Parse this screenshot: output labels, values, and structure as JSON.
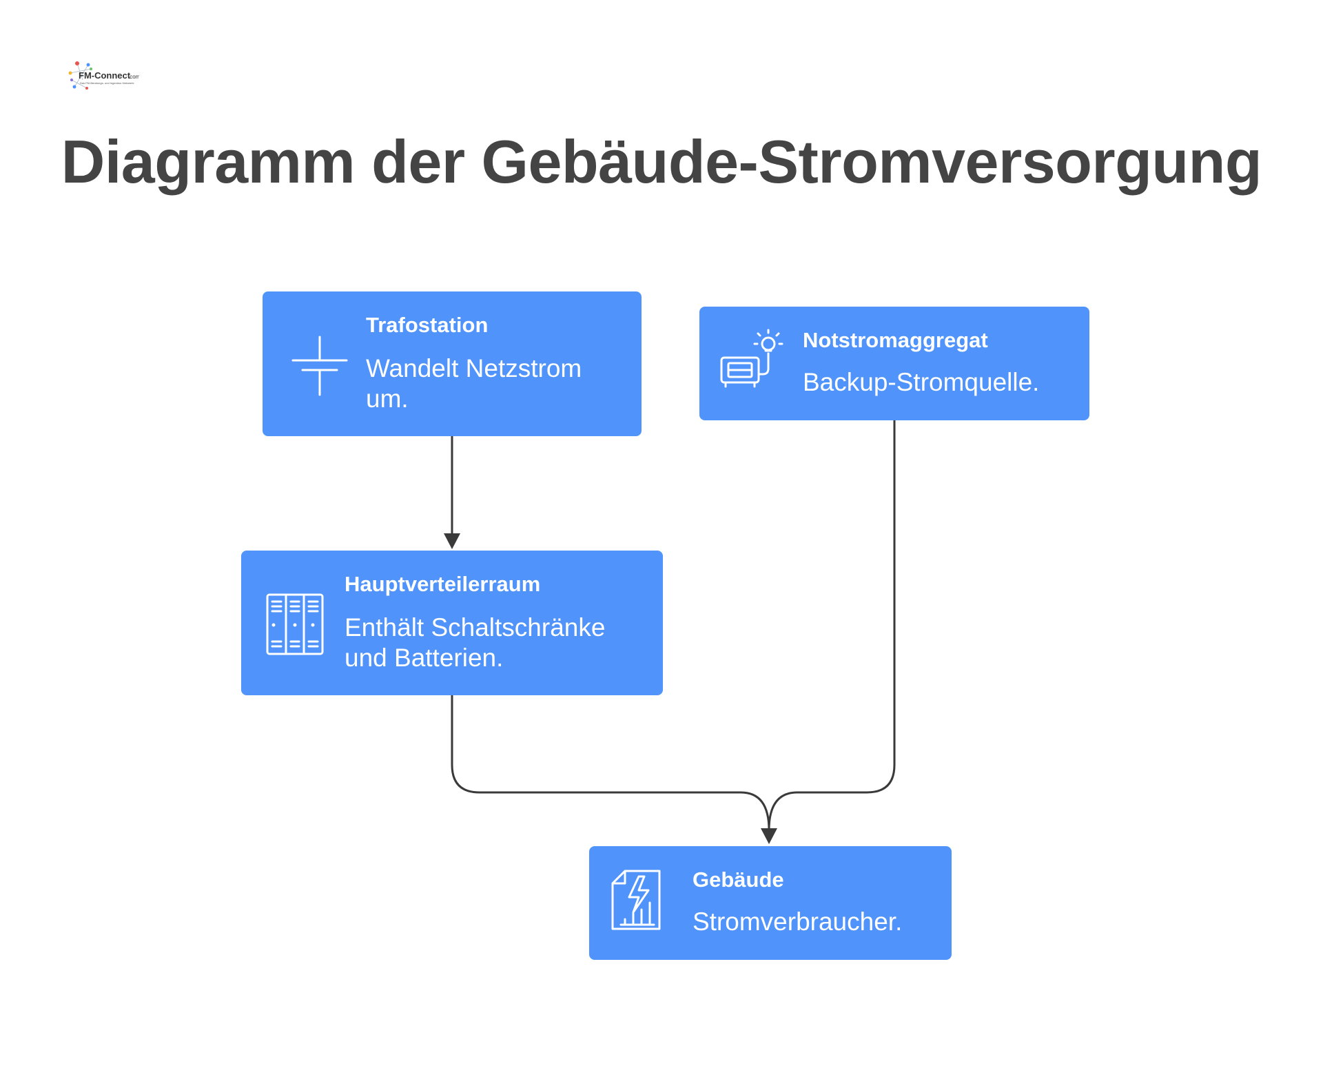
{
  "logo": {
    "name": "FM-Connect.com",
    "tagline": "Das FM-Beratungs- und Ingenieur-Netzwerk"
  },
  "title": "Diagramm der Gebäude-Stromversorgung",
  "colors": {
    "node_fill": "#4f93fb",
    "node_text": "#ffffff",
    "title_text": "#444444",
    "connector": "#3a3a3a"
  },
  "nodes": {
    "trafostation": {
      "title": "Trafostation",
      "description": "Wandelt Netzstrom um.",
      "icon": "transformer-icon"
    },
    "notstromaggregat": {
      "title": "Notstromaggregat",
      "description": "Backup-Stromquelle.",
      "icon": "generator-icon"
    },
    "hauptverteilerraum": {
      "title": "Hauptverteilerraum",
      "description": "Enthält Schaltschränke und Batterien.",
      "icon": "switch-cabinet-icon"
    },
    "gebaeude": {
      "title": "Gebäude",
      "description": "Stromverbraucher.",
      "icon": "energy-consumption-icon"
    }
  },
  "edges": [
    {
      "from": "Trafostation",
      "to": "Hauptverteilerraum"
    },
    {
      "from": "Hauptverteilerraum",
      "to": "Gebäude"
    },
    {
      "from": "Notstromaggregat",
      "to": "Gebäude"
    }
  ]
}
